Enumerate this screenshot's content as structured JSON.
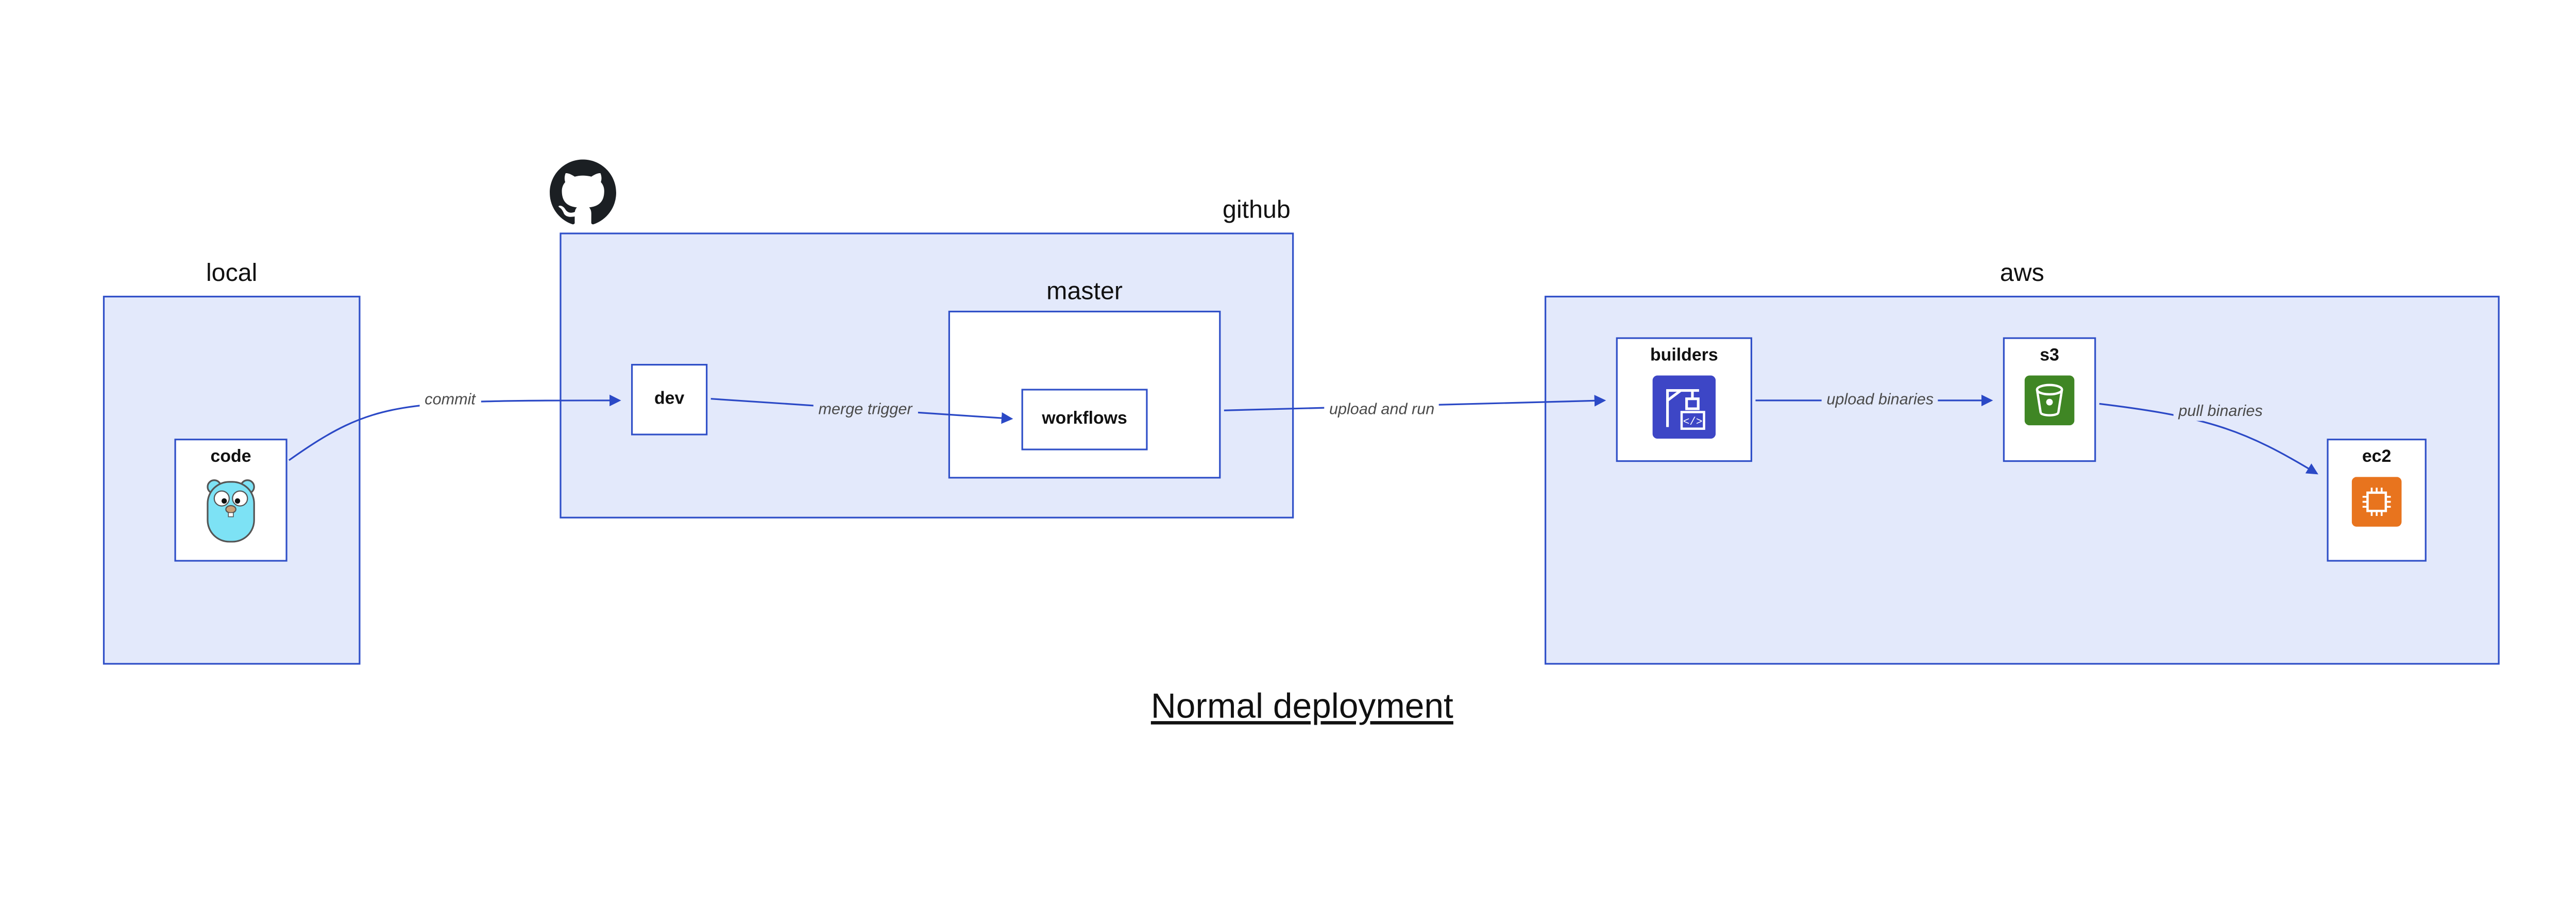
{
  "title": "Normal deployment",
  "containers": {
    "local": {
      "label": "local"
    },
    "github": {
      "label": "github"
    },
    "master": {
      "label": "master"
    },
    "aws": {
      "label": "aws"
    }
  },
  "nodes": {
    "code": {
      "label": "code",
      "icon": "go-gopher"
    },
    "dev": {
      "label": "dev"
    },
    "workflows": {
      "label": "workflows"
    },
    "builders": {
      "label": "builders",
      "icon": "aws-codebuild"
    },
    "s3": {
      "label": "s3",
      "icon": "aws-s3-bucket"
    },
    "ec2": {
      "label": "ec2",
      "icon": "aws-ec2-chip"
    }
  },
  "edges": [
    {
      "from": "code",
      "to": "dev",
      "label": "commit"
    },
    {
      "from": "dev",
      "to": "workflows",
      "label": "merge trigger"
    },
    {
      "from": "master",
      "to": "builders",
      "label": "upload and run"
    },
    {
      "from": "builders",
      "to": "s3",
      "label": "upload binaries"
    },
    {
      "from": "s3",
      "to": "ec2",
      "label": "pull binaries"
    }
  ],
  "icons": {
    "github_logo": "github-octocat",
    "code": "go-gopher",
    "builders": "construction-crane",
    "s3": "bucket",
    "ec2": "microchip"
  },
  "colors": {
    "panel_fill": "#e3e9fb",
    "panel_border": "#3050c8",
    "arrow": "#2b49c6",
    "codebuild_blue": "#3d46c6",
    "s3_green": "#3f8624",
    "ec2_orange": "#e8741e",
    "github_black": "#1b1f23",
    "gopher_cyan": "#7de2f5"
  }
}
